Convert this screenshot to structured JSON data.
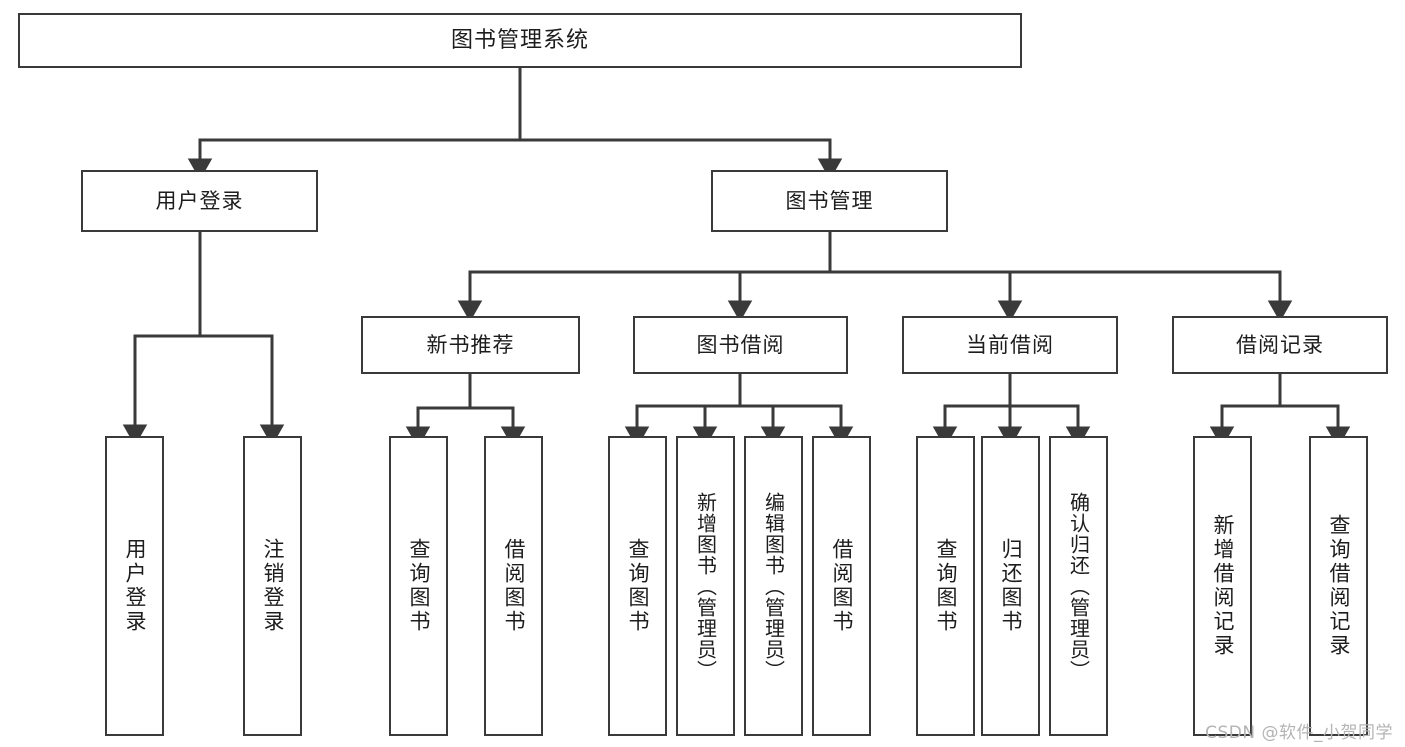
{
  "diagram": {
    "title": "图书管理系统",
    "type": "tree",
    "watermark": "CSDN @软件_小贺同学",
    "colors": {
      "box_border": "#3a3a3a",
      "box_fill": "#ffffff",
      "connector": "#3a3a3a",
      "text": "#1d1d1d",
      "watermark": "#b4b4b4",
      "background": "#ffffff"
    },
    "nodes": {
      "root": {
        "label": "图书管理系统"
      },
      "level2": [
        {
          "id": "user-login",
          "label": "用户登录"
        },
        {
          "id": "book-manage",
          "label": "图书管理"
        }
      ],
      "level3": [
        {
          "id": "new-book-rec",
          "label": "新书推荐"
        },
        {
          "id": "book-borrow",
          "label": "图书借阅"
        },
        {
          "id": "current-borrow",
          "label": "当前借阅"
        },
        {
          "id": "borrow-record",
          "label": "借阅记录"
        }
      ],
      "leaves": {
        "user-login": [
          {
            "id": "leaf-user-login",
            "label": "用户登录"
          },
          {
            "id": "leaf-user-logout",
            "label": "注销登录"
          }
        ],
        "new-book-rec": [
          {
            "id": "leaf-query-book-1",
            "label": "查询图书"
          },
          {
            "id": "leaf-borrow-book-1",
            "label": "借阅图书"
          }
        ],
        "book-borrow": [
          {
            "id": "leaf-query-book-2",
            "label": "查询图书"
          },
          {
            "id": "leaf-add-book",
            "label": "新增图书（管理员）"
          },
          {
            "id": "leaf-edit-book",
            "label": "编辑图书（管理员）"
          },
          {
            "id": "leaf-borrow-book-2",
            "label": "借阅图书"
          }
        ],
        "current-borrow": [
          {
            "id": "leaf-query-book-3",
            "label": "查询图书"
          },
          {
            "id": "leaf-return-book",
            "label": "归还图书"
          },
          {
            "id": "leaf-confirm-return",
            "label": "确认归还（管理员）"
          }
        ],
        "borrow-record": [
          {
            "id": "leaf-add-record",
            "label": "新增借阅记录"
          },
          {
            "id": "leaf-query-record",
            "label": "查询借阅记录"
          }
        ]
      }
    }
  }
}
